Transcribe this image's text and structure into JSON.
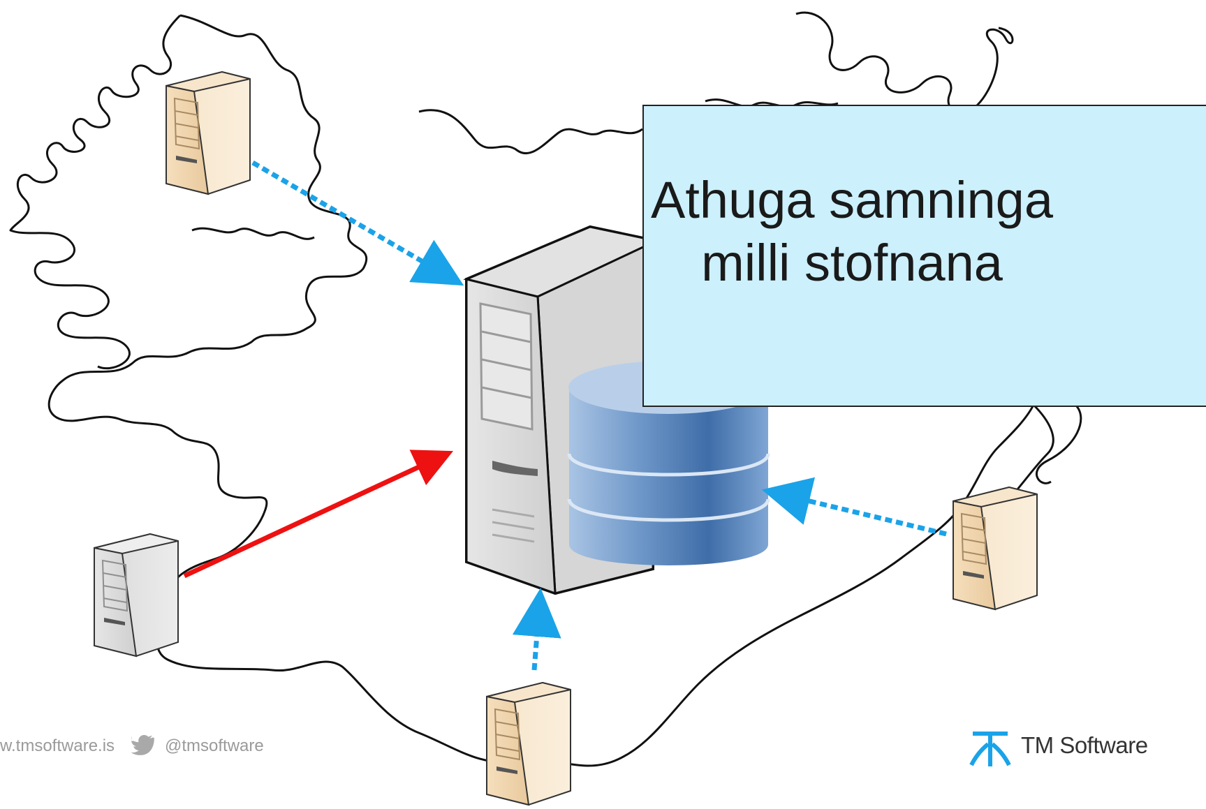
{
  "callout": {
    "lines": [
      "Athuga samninga",
      "milli stofnana"
    ]
  },
  "footer": {
    "website": "w.tmsoftware.is",
    "twitter_handle": "@tmsoftware"
  },
  "brand": {
    "name": "TM Software"
  },
  "colors": {
    "callout_fill": "#ccf0fc",
    "dotted_arrow": "#1aa3e8",
    "solid_arrow": "#ee1111",
    "server_beige": "#f2d7b0",
    "server_grey": "#d9d9d9",
    "database_blue": "#5b87bd",
    "brand_blue": "#1aa3e8"
  }
}
